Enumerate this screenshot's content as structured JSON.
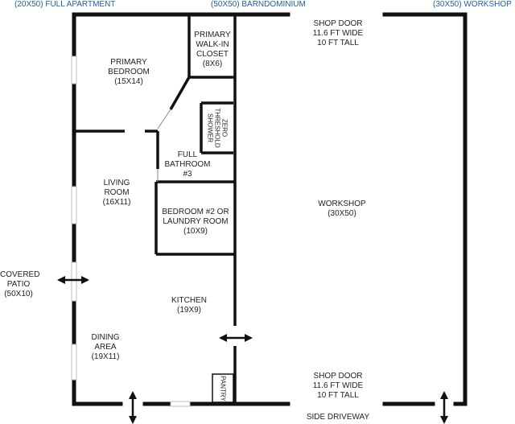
{
  "headers": {
    "apartment": "(20X50) FULL APARTMENT",
    "barndominium": "(50X50) BARNDOMINIUM",
    "workshop": "(30X50) WORKSHOP"
  },
  "rooms": {
    "primary_bedroom": {
      "name1": "PRIMARY",
      "name2": "BEDROOM",
      "dims": "(15X14)"
    },
    "closet": {
      "name1": "PRIMARY",
      "name2": "WALK-IN",
      "name3": "CLOSET",
      "dims": "(8X6)"
    },
    "shower": {
      "name1": "ZERO",
      "name2": "THRESHOLD",
      "name3": "SHOWER"
    },
    "bathroom": {
      "name1": "FULL",
      "name2": "BATHROOM",
      "name3": "#3"
    },
    "living": {
      "name1": "LIVING",
      "name2": "ROOM",
      "dims": "(16X11)"
    },
    "bedroom2": {
      "name1": "BEDROOM #2 OR",
      "name2": "LAUNDRY ROOM",
      "dims": "(10X9)"
    },
    "kitchen": {
      "name1": "KITCHEN",
      "dims": "(19X9)"
    },
    "dining": {
      "name1": "DINING",
      "name2": "AREA",
      "dims": "(19X11)"
    },
    "pantry": {
      "name1": "PANTRY"
    },
    "workshop": {
      "name1": "WORKSHOP",
      "dims": "(30X50)"
    },
    "patio": {
      "name1": "COVERED",
      "name2": "PATIO",
      "dims": "(50X10)"
    }
  },
  "doors": {
    "shop_top": {
      "name": "SHOP DOOR",
      "width": "11.6 FT WIDE",
      "height": "10 FT TALL"
    },
    "shop_bottom": {
      "name": "SHOP DOOR",
      "width": "11.6 FT WIDE",
      "height": "10 FT TALL"
    }
  },
  "site": {
    "driveway": "SIDE DRIVEWAY"
  },
  "colors": {
    "walls": "#111111",
    "header_text": "#1f5ea8",
    "label_text": "#1f1f1f",
    "window": "#bfbfbf"
  }
}
